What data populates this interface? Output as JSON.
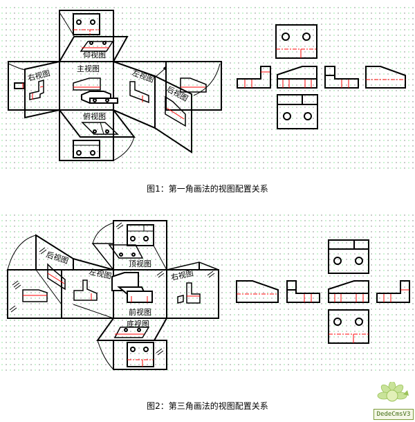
{
  "figure1": {
    "caption": "图1：第一角画法的视图配置关系",
    "projection": "first-angle",
    "view_labels": {
      "front": "主视图",
      "top": "俯视图",
      "bottom": "仰视图",
      "left": "左视图",
      "right": "右视图",
      "rear": "后视图"
    }
  },
  "figure2": {
    "caption": "图2：第三角画法的视图配置关系",
    "projection": "third-angle",
    "view_labels": {
      "front": "前视图",
      "top": "顶视图",
      "bottom": "底视图",
      "left": "左视图",
      "right": "右视图",
      "rear": "后视图"
    }
  },
  "colors": {
    "line": "#000000",
    "hidden_line": "#ff0000",
    "grid_dot_gray": "#b8b8b8",
    "grid_dot_green": "#b9f0c2"
  },
  "watermark": {
    "text": "DedeCmsV3",
    "icon": "sunflower-logo-icon"
  }
}
